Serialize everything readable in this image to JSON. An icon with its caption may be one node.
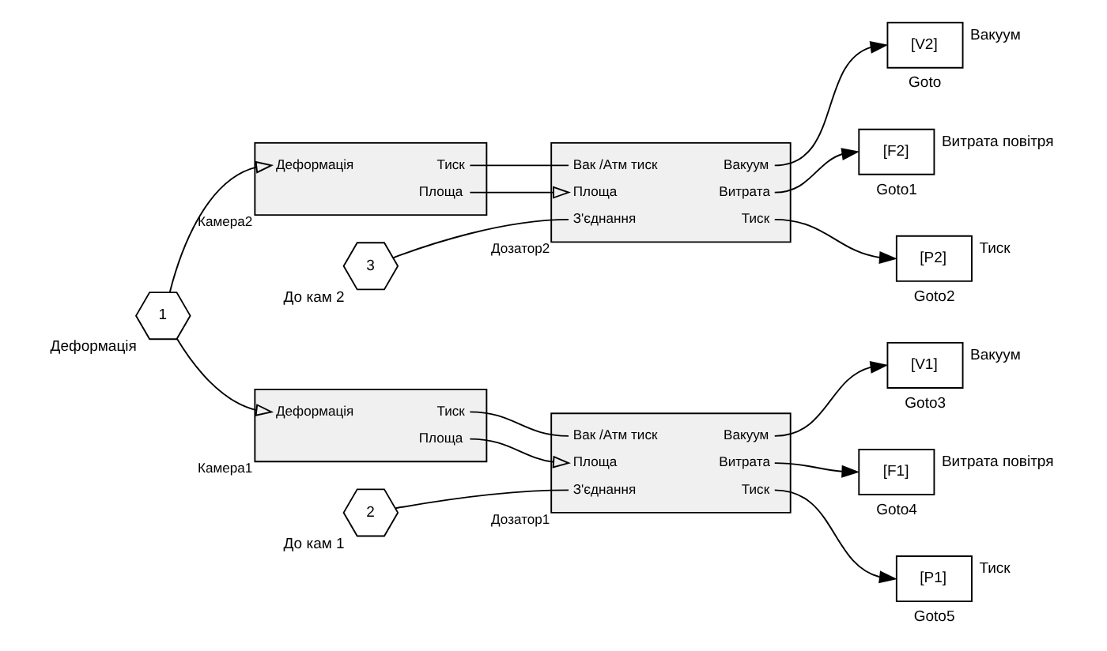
{
  "diagram": {
    "nodes": [
      {
        "text": [
          "1"
        ],
        "beside": [
          "Деформація"
        ]
      },
      {
        "text": [
          "Деформація",
          "Тиск",
          "Площа"
        ],
        "beside": [
          "Камера2"
        ]
      },
      {
        "text": [
          "Вак /Атм тиск",
          "Площа",
          "З'єднання",
          "Вакуум",
          "Витрата",
          "Тиск"
        ],
        "beside": [
          "Дозатор2"
        ]
      },
      {
        "text": [
          "3"
        ],
        "beside": [
          "До кам 2"
        ]
      },
      {
        "text": [
          "[V2]"
        ],
        "beside": [
          "Goto",
          "Вакуум"
        ]
      },
      {
        "text": [
          "[F2]"
        ],
        "beside": [
          "Goto1",
          "Витрата повітря"
        ]
      },
      {
        "text": [
          "[P2]"
        ],
        "beside": [
          "Goto2",
          "Тиск"
        ]
      },
      {
        "text": [
          "Деформація",
          "Тиск",
          "Площа"
        ],
        "beside": [
          "Камера1"
        ]
      },
      {
        "text": [
          "Вак /Атм тиск",
          "Площа",
          "З'єднання",
          "Вакуум",
          "Витрата",
          "Тиск"
        ],
        "beside": [
          "Дозатор1"
        ]
      },
      {
        "text": [
          "2"
        ],
        "beside": [
          "До кам 1"
        ]
      },
      {
        "text": [
          "[V1]"
        ],
        "beside": [
          "Goto3",
          "Вакуум"
        ]
      },
      {
        "text": [
          "[F1]"
        ],
        "beside": [
          "Goto4",
          "Витрата повітря"
        ]
      },
      {
        "text": [
          "[P1]"
        ],
        "beside": [
          "Goto5",
          "Тиск"
        ]
      }
    ],
    "edges": [
      {
        "from": 0,
        "to": 1,
        "arrow": "to"
      },
      {
        "from": 0,
        "to": 7,
        "arrow": "to"
      },
      {
        "from": 1,
        "to": 2,
        "arrow": "none"
      },
      {
        "from": 1,
        "to": 2,
        "arrow": "to"
      },
      {
        "from": 3,
        "to": 2,
        "arrow": "none"
      },
      {
        "from": 2,
        "to": 4,
        "arrow": "to"
      },
      {
        "from": 2,
        "to": 5,
        "arrow": "to"
      },
      {
        "from": 2,
        "to": 6,
        "arrow": "to"
      },
      {
        "from": 7,
        "to": 8,
        "arrow": "none"
      },
      {
        "from": 7,
        "to": 8,
        "arrow": "to"
      },
      {
        "from": 9,
        "to": 8,
        "arrow": "none"
      },
      {
        "from": 8,
        "to": 10,
        "arrow": "to"
      },
      {
        "from": 8,
        "to": 11,
        "arrow": "to"
      },
      {
        "from": 8,
        "to": 12,
        "arrow": "to"
      }
    ]
  }
}
